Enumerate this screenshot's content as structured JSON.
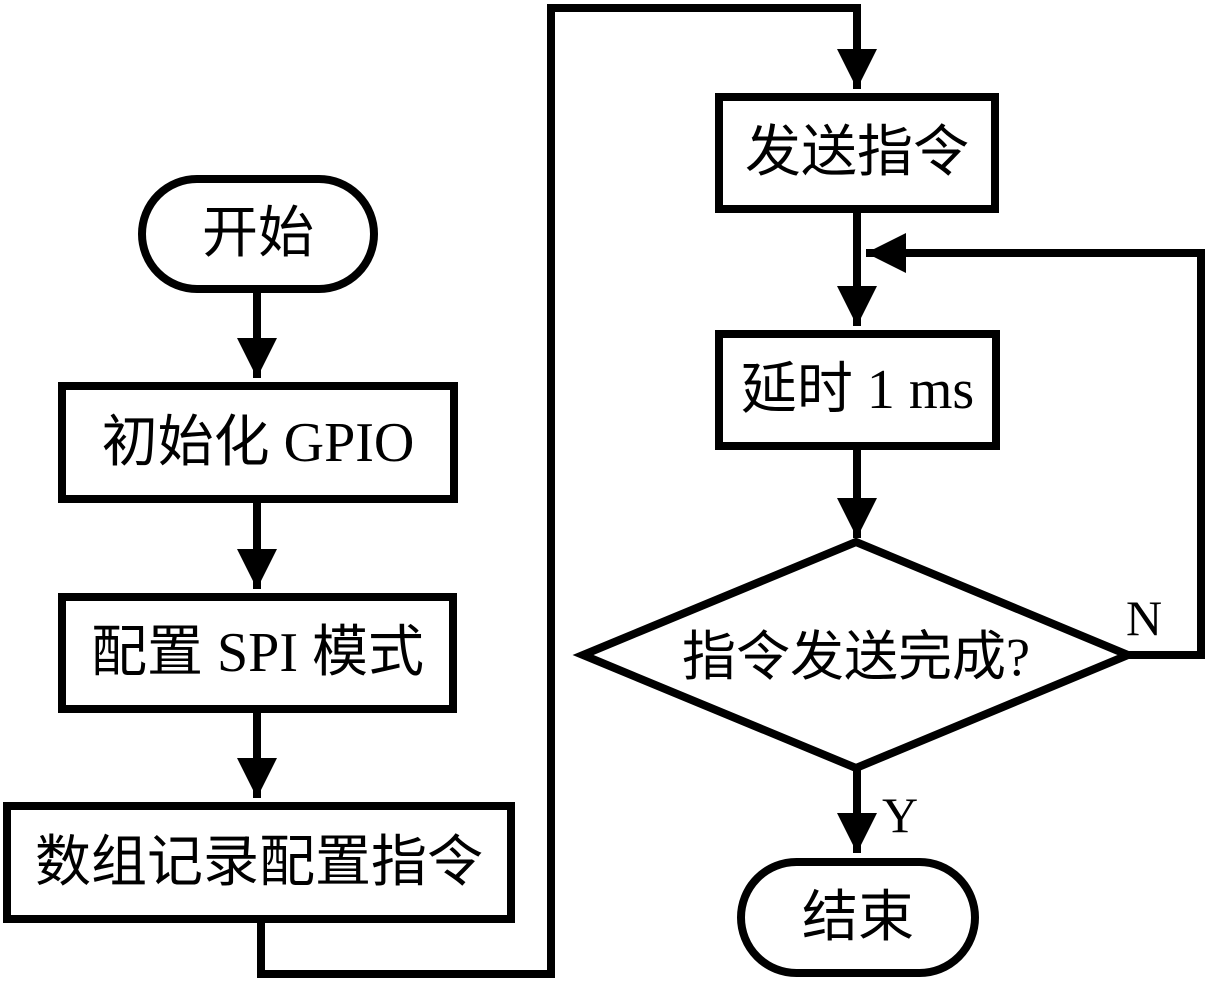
{
  "diagram": {
    "type": "flowchart",
    "background_color": "#ffffff",
    "stroke_color": "#000000",
    "nodes": {
      "start": {
        "shape": "terminator",
        "label": "开始"
      },
      "init_gpio": {
        "shape": "process",
        "label": "初始化 GPIO"
      },
      "config_spi": {
        "shape": "process",
        "label": "配置 SPI 模式"
      },
      "array_record": {
        "shape": "process",
        "label": "数组记录配置指令"
      },
      "send_cmd": {
        "shape": "process",
        "label": "发送指令"
      },
      "delay": {
        "shape": "process",
        "label": "延时 1 ms"
      },
      "decision": {
        "shape": "decision",
        "label": "指令发送完成?"
      },
      "end": {
        "shape": "terminator",
        "label": "结束"
      }
    },
    "edge_labels": {
      "no": "N",
      "yes": "Y"
    },
    "edges": [
      {
        "from": "start",
        "to": "init_gpio"
      },
      {
        "from": "init_gpio",
        "to": "config_spi"
      },
      {
        "from": "config_spi",
        "to": "array_record"
      },
      {
        "from": "array_record",
        "to": "send_cmd"
      },
      {
        "from": "send_cmd",
        "to": "delay"
      },
      {
        "from": "delay",
        "to": "decision"
      },
      {
        "from": "decision",
        "to": "delay",
        "label": "N"
      },
      {
        "from": "decision",
        "to": "end",
        "label": "Y"
      }
    ]
  }
}
